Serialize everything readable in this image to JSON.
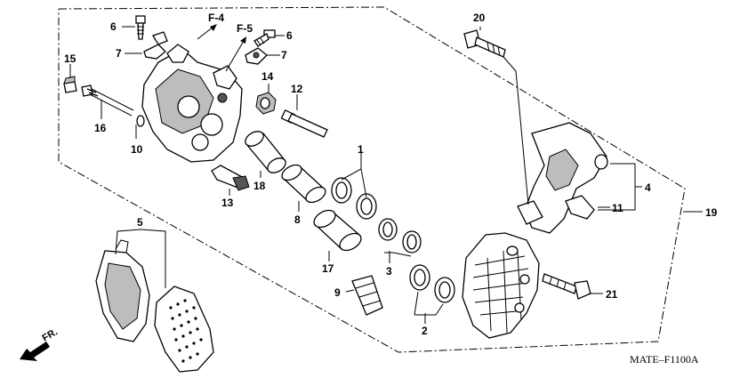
{
  "diagram": {
    "code": "MATE–F1100A",
    "direction_label": "FR.",
    "references": [
      "F-4",
      "F-5"
    ],
    "callouts": {
      "c1": "1",
      "c2": "2",
      "c3": "3",
      "c4": "4",
      "c5": "5",
      "c6a": "6",
      "c6b": "6",
      "c7a": "7",
      "c7b": "7",
      "c8": "8",
      "c9": "9",
      "c10": "10",
      "c11": "11",
      "c12": "12",
      "c13": "13",
      "c14": "14",
      "c15": "15",
      "c16": "16",
      "c17": "17",
      "c18": "18",
      "c19": "19",
      "c20": "20",
      "c21": "21"
    }
  }
}
